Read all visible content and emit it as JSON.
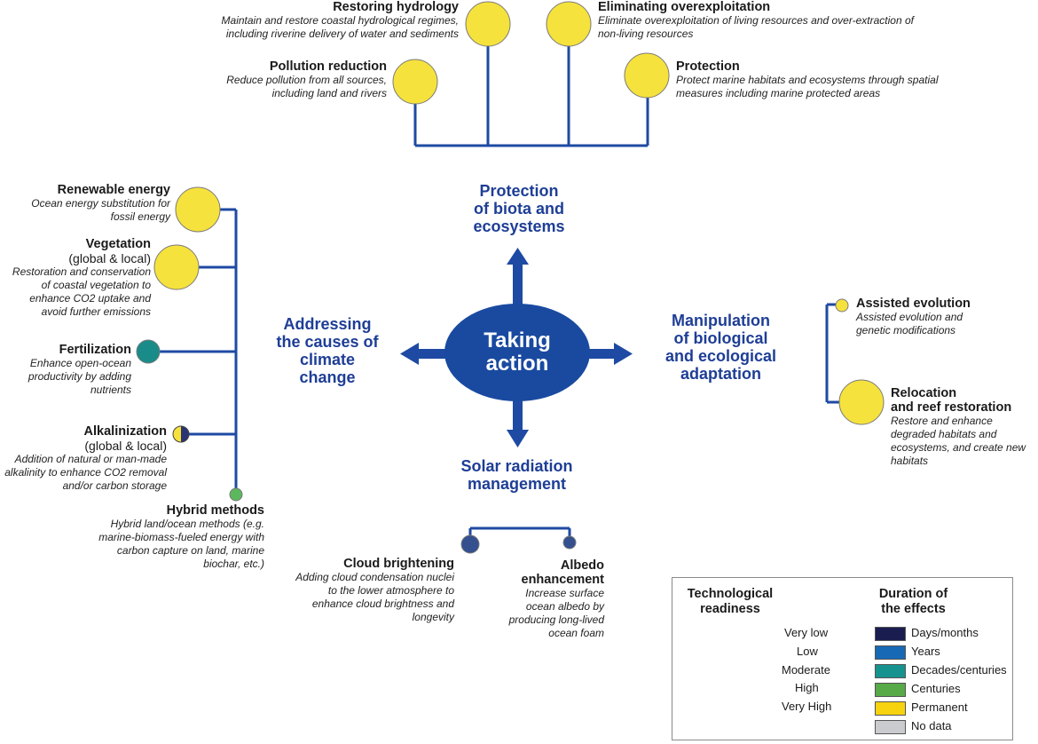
{
  "center": {
    "line1": "Taking",
    "line2": "action"
  },
  "categories": {
    "causes": [
      "Addressing",
      "the causes of",
      "climate",
      "change"
    ],
    "protection": [
      "Protection",
      "of biota and",
      "ecosystems"
    ],
    "manipulation": [
      "Manipulation",
      "of biological",
      "and ecological",
      "adaptation"
    ],
    "solar": [
      "Solar radiation",
      "management"
    ]
  },
  "actions": {
    "restoring_hydrology": {
      "title": "Restoring hydrology",
      "desc": [
        "Maintain and restore coastal hydrological regimes,",
        "including riverine delivery of water and sediments"
      ]
    },
    "eliminating_overexploitation": {
      "title": "Eliminating overexploitation",
      "desc": [
        "Eliminate overexploitation of living resources and over-extraction of",
        "non-living resources"
      ]
    },
    "pollution_reduction": {
      "title": "Pollution reduction",
      "desc": [
        "Reduce pollution from all sources,",
        "including land and rivers"
      ]
    },
    "protection": {
      "title": "Protection",
      "desc": [
        "Protect marine habitats and ecosystems through spatial",
        "measures including marine protected areas"
      ]
    },
    "renewable_energy": {
      "title": "Renewable energy",
      "desc": [
        "Ocean energy substitution for",
        "fossil energy"
      ]
    },
    "vegetation": {
      "title": "Vegetation",
      "subtitle": "(global & local)",
      "desc": [
        "Restoration and conservation",
        "of coastal vegetation to",
        "enhance CO2 uptake and",
        "avoid further emissions"
      ]
    },
    "fertilization": {
      "title": "Fertilization",
      "desc": [
        "Enhance open-ocean",
        "productivity by adding",
        "nutrients"
      ]
    },
    "alkalinization": {
      "title": "Alkalinization",
      "subtitle": "(global & local)",
      "desc": [
        "Addition of natural or man-made",
        "alkalinity to enhance CO2 removal",
        "and/or carbon storage"
      ]
    },
    "hybrid_methods": {
      "title": "Hybrid methods",
      "desc": [
        "Hybrid land/ocean methods (e.g.",
        "marine-biomass-fueled energy with",
        "carbon capture on land, marine",
        "biochar, etc.)"
      ]
    },
    "assisted_evolution": {
      "title": "Assisted evolution",
      "desc": [
        "Assisted evolution and",
        "genetic modifications"
      ]
    },
    "relocation": {
      "title": [
        "Relocation",
        "and reef restoration"
      ],
      "desc": [
        "Restore and enhance",
        "degraded habitats and",
        "ecosystems, and create new",
        "habitats"
      ]
    },
    "cloud_brightening": {
      "title": "Cloud brightening",
      "desc": [
        "Adding cloud condensation nuclei",
        "to the lower atmosphere to",
        "enhance cloud brightness and",
        "longevity"
      ]
    },
    "albedo_enhancement": {
      "title": [
        "Albedo",
        "enhancement"
      ],
      "desc": [
        "Increase surface",
        "ocean albedo by",
        "producing long-lived",
        "ocean foam"
      ]
    }
  },
  "legend": {
    "readiness_title": [
      "Technological",
      "readiness"
    ],
    "readiness_levels": [
      "Very low",
      "Low",
      "Moderate",
      "High",
      "Very High"
    ],
    "duration_title": [
      "Duration of",
      "the effects"
    ],
    "durations": [
      {
        "label": "Days/months",
        "color": "#1a1d50"
      },
      {
        "label": "Years",
        "color": "#1769b5"
      },
      {
        "label": "Decades/centuries",
        "color": "#17938f"
      },
      {
        "label": "Centuries",
        "color": "#58a947"
      },
      {
        "label": "Permanent",
        "color": "#f7d20e"
      },
      {
        "label": "No data",
        "color": "#c9cbcf"
      }
    ]
  },
  "colors": {
    "line": "#1e4aa3",
    "center_fill": "#1a4aa0",
    "yellow": "#f6e23c",
    "teal": "#198c8a",
    "green": "#5cb85c",
    "navy": "#2a3572",
    "navy_light": "#34508f"
  }
}
